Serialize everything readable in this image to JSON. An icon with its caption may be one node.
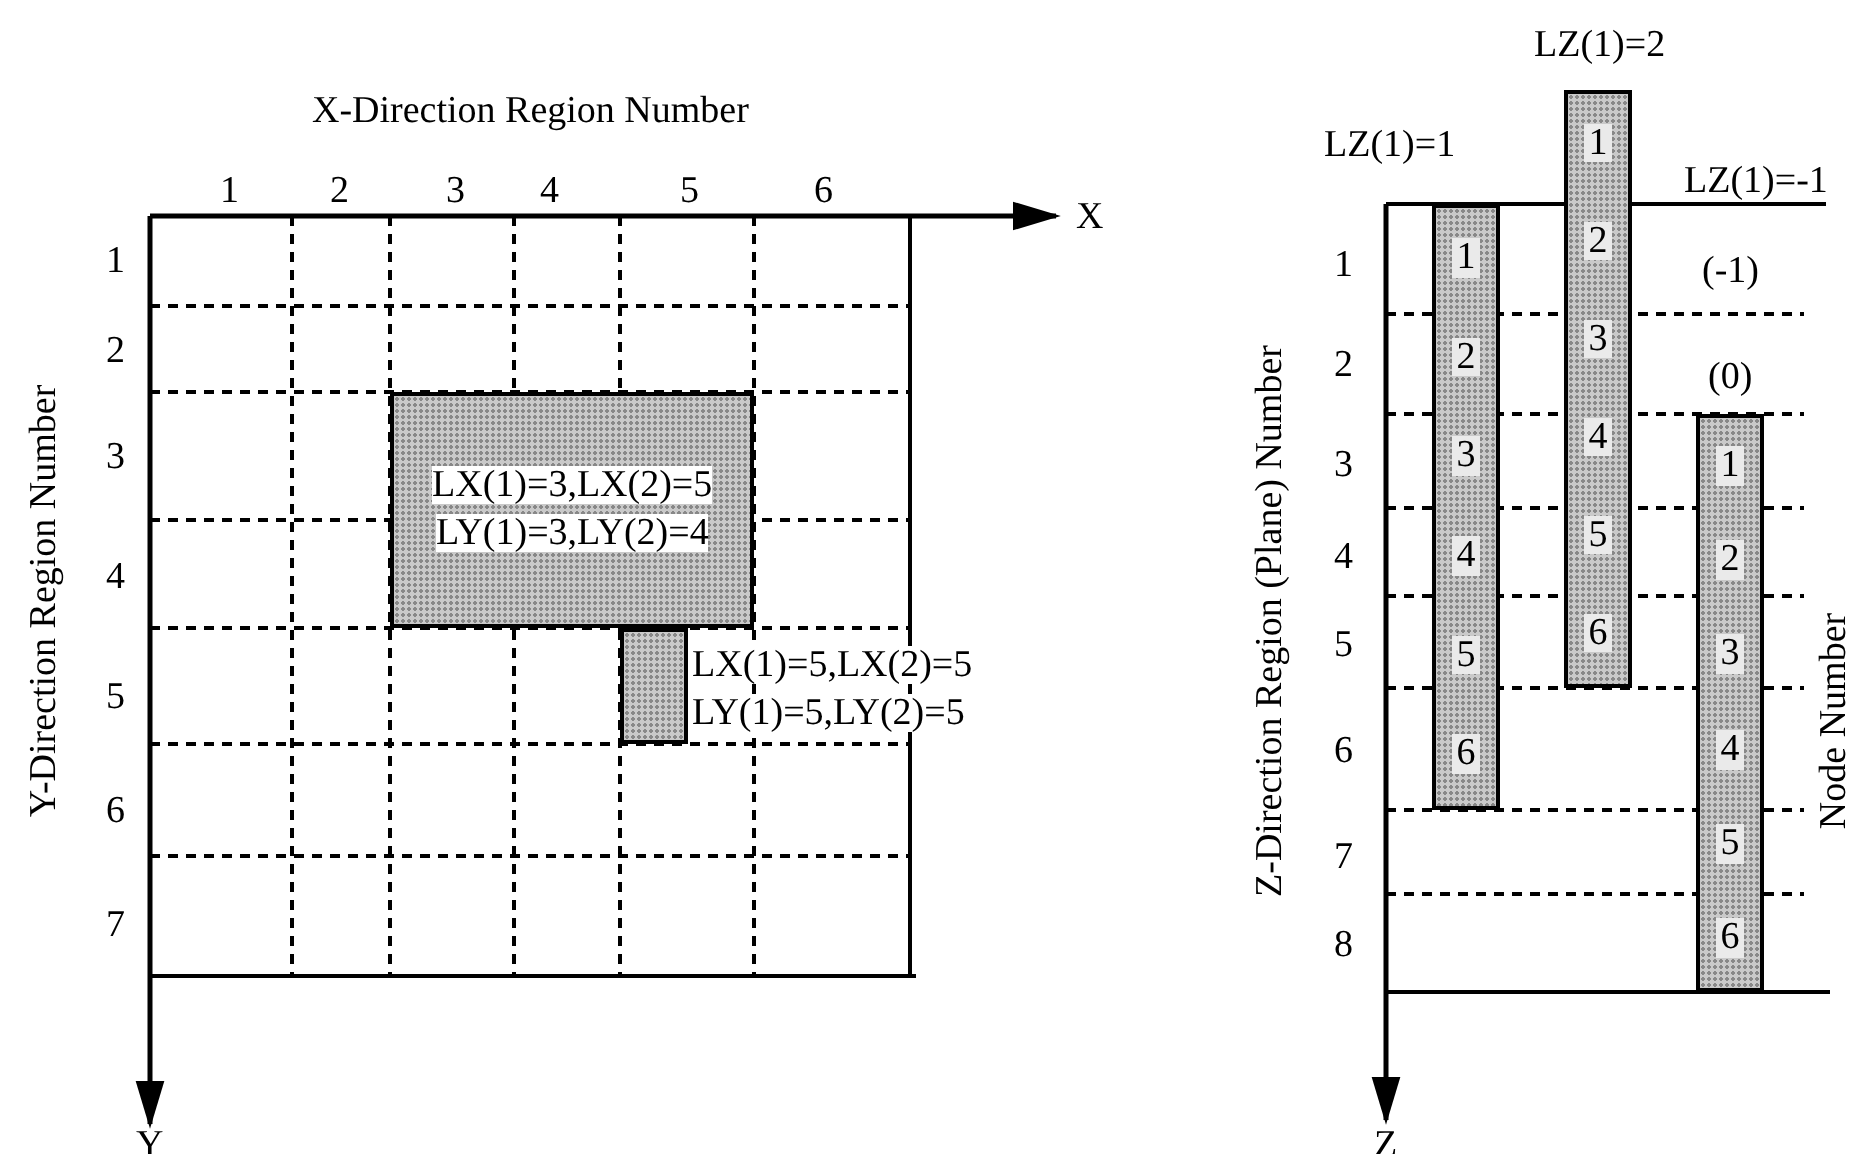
{
  "diagram": {
    "nodes": [
      {
        "text": [
          "LX(1)=3,LX(2)=5",
          "LY(1)=3,LY(2)=4"
        ]
      },
      {
        "text": [],
        "shape": "box",
        "beside": [
          "LX(1)=5,LX(2)=5",
          "LY(1)=5,LY(2)=5"
        ]
      },
      {
        "text": [
          "1",
          "2",
          "3",
          "4",
          "5",
          "6"
        ],
        "beside": [
          "LZ(1)=1"
        ]
      },
      {
        "text": [
          "1",
          "2",
          "3",
          "4",
          "5",
          "6"
        ],
        "beside": [
          "LZ(1)=2"
        ]
      },
      {
        "text": [
          "1",
          "2",
          "3",
          "4",
          "5",
          "6"
        ]
      }
    ],
    "edges": [],
    "labels": [
      "X-Direction Region Number",
      "1",
      "2",
      "3",
      "4",
      "5",
      "6",
      "X",
      "1",
      "2",
      "3",
      "4",
      "5",
      "6",
      "7",
      "Y-Direction Region Number",
      "Y",
      "LZ(1)=-1",
      "(-1)",
      "(0)",
      "1",
      "2",
      "3",
      "4",
      "5",
      "6",
      "7",
      "8",
      "Z-Direction Region (Plane) Number",
      "Node Number",
      "Z"
    ]
  }
}
